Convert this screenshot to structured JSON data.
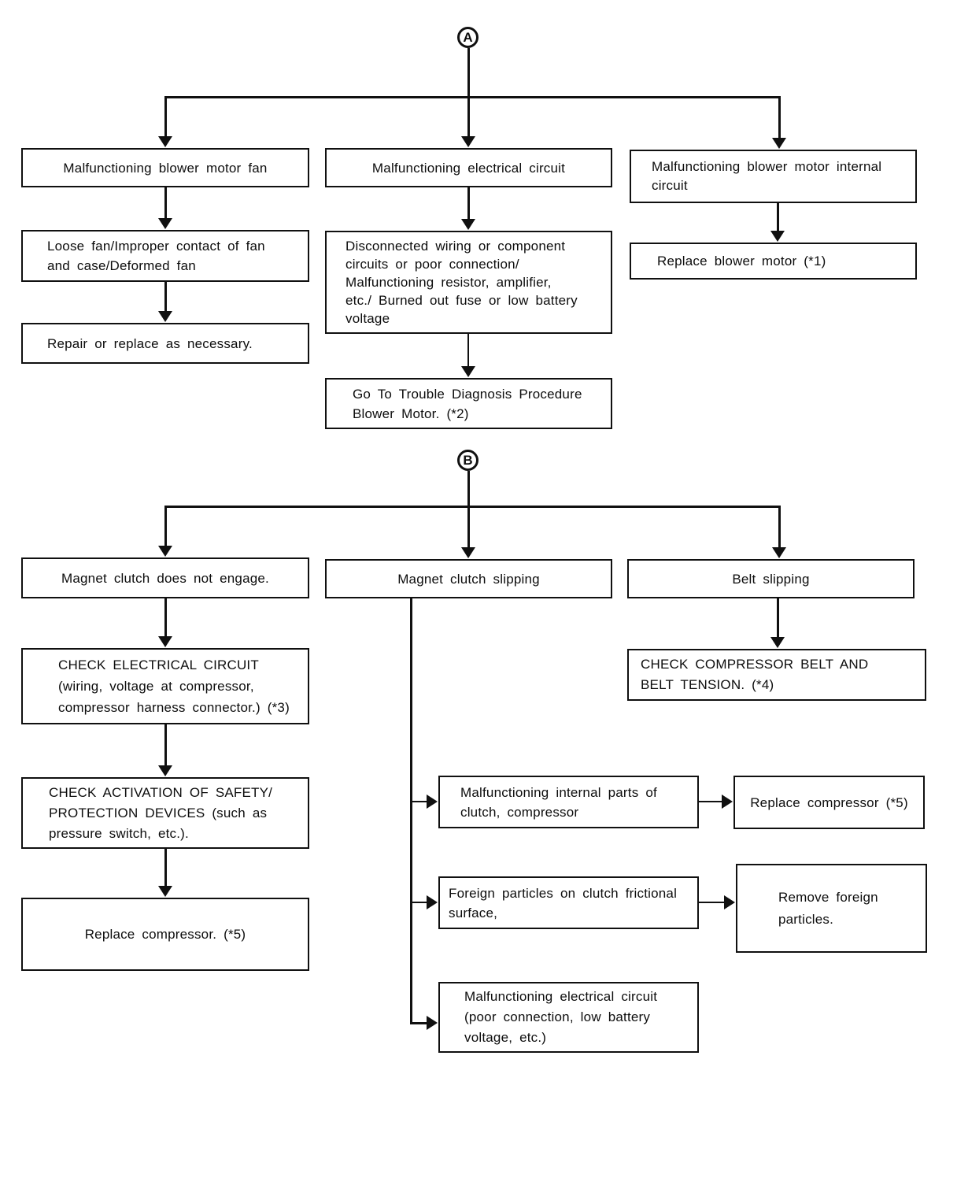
{
  "diagram": {
    "connector_labels": {
      "a": "A",
      "b": "B"
    },
    "section_a": {
      "blower_fan": {
        "text": "Malfunctioning blower motor fan"
      },
      "electrical_circuit": {
        "text": "Malfunctioning electrical circuit"
      },
      "blower_internal": {
        "lines": [
          "Malfunctioning blower motor internal",
          "circuit"
        ]
      },
      "loose_fan": {
        "lines": [
          "Loose fan/Improper contact of fan",
          "and case/Deformed fan"
        ]
      },
      "repair_replace": {
        "text": "Repair or replace as necessary."
      },
      "disconnected_wiring": {
        "lines": [
          "Disconnected wiring or component",
          "circuits or poor connection/",
          "Malfunctioning resistor, amplifier,",
          "etc./ Burned out fuse or low battery",
          "voltage"
        ]
      },
      "go_to_trouble": {
        "lines": [
          "Go To Trouble Diagnosis Procedure",
          "Blower Motor. (*2)"
        ]
      },
      "replace_blower": {
        "text": "Replace blower motor (*1)"
      }
    },
    "section_b": {
      "clutch_not_engage": {
        "text": "Magnet clutch does not engage."
      },
      "clutch_slipping": {
        "text": "Magnet clutch slipping"
      },
      "belt_slipping": {
        "text": "Belt slipping"
      },
      "check_electrical": {
        "lines": [
          "CHECK ELECTRICAL CIRCUIT",
          "(wiring, voltage at compressor,",
          "compressor harness connector.) (*3)"
        ]
      },
      "check_safety": {
        "lines": [
          "CHECK ACTIVATION OF SAFETY/",
          "PROTECTION DEVICES (such as",
          "pressure switch, etc.)."
        ]
      },
      "replace_compressor_left": {
        "text": "Replace compressor. (*5)"
      },
      "check_belt": {
        "lines": [
          "CHECK COMPRESSOR BELT AND",
          "BELT TENSION. (*4)"
        ]
      },
      "internal_parts": {
        "lines": [
          "Malfunctioning internal parts of",
          "clutch, compressor"
        ]
      },
      "replace_compressor_right": {
        "text": "Replace compressor (*5)"
      },
      "foreign_particles": {
        "lines": [
          "Foreign particles on clutch frictional",
          "surface,"
        ]
      },
      "remove_particles": {
        "lines": [
          "Remove foreign",
          "particles."
        ]
      },
      "electrical_circuit_poor": {
        "lines": [
          "Malfunctioning electrical circuit",
          "(poor connection, low battery",
          "voltage, etc.)"
        ]
      }
    }
  }
}
